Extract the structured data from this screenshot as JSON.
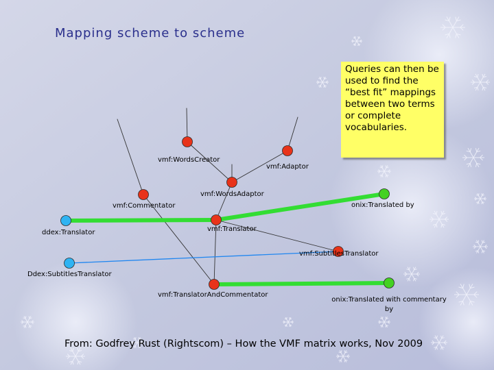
{
  "title": "Mapping scheme to scheme",
  "callout": "Queries can then be used to find the “best fit” mappings between two terms or complete vocabularies.",
  "footer": "From: Godfrey Rust (Rightscom) – How the VMF matrix works, Nov 2009",
  "colors": {
    "background": "#c7cbe0",
    "title": "#2a2f8c",
    "callout": "#ffff66",
    "node_red": "#e8331a",
    "node_green": "#44d122",
    "node_blue": "#2fb3f2",
    "edge_green": "#33dd33",
    "edge_blue": "#1f86f0",
    "edge_gray": "#333333"
  },
  "nodes": [
    {
      "id": "words-creator",
      "label": "vmf:WordsCreator",
      "color": "red"
    },
    {
      "id": "adaptor",
      "label": "vmf:Adaptor",
      "color": "red"
    },
    {
      "id": "words-adaptor",
      "label": "vmf:WordsAdaptor",
      "color": "red"
    },
    {
      "id": "commentator",
      "label": "vmf:Commentator",
      "color": "red"
    },
    {
      "id": "onix-translated-by",
      "label": "onix:Translated by",
      "color": "green"
    },
    {
      "id": "ddex-translator",
      "label": "ddex:Translator",
      "color": "blue"
    },
    {
      "id": "translator",
      "label": "vmf:Translator",
      "color": "red"
    },
    {
      "id": "subtitles-translator",
      "label": "vmf:SubtitlesTranslator",
      "color": "red"
    },
    {
      "id": "ddex-subtitles-translator",
      "label": "Ddex:SubtitlesTranslator",
      "color": "blue"
    },
    {
      "id": "translator-and-commentator",
      "label": "vmf:TranslatorAndCommentator",
      "color": "red"
    },
    {
      "id": "onix-translated-with-commentary",
      "label": "onix:Translated with commentary by",
      "color": "green"
    }
  ],
  "edges": [
    {
      "from": "words-creator",
      "to": null,
      "style": "gray"
    },
    {
      "from": "adaptor",
      "to": null,
      "style": "gray"
    },
    {
      "from": "words-adaptor",
      "to": null,
      "style": "gray"
    },
    {
      "from": "words-adaptor",
      "to": "words-creator",
      "style": "gray"
    },
    {
      "from": "words-adaptor",
      "to": "adaptor",
      "style": "gray"
    },
    {
      "from": "commentator",
      "to": null,
      "style": "gray"
    },
    {
      "from": "translator",
      "to": "words-adaptor",
      "style": "gray"
    },
    {
      "from": "translator",
      "to": "subtitles-translator",
      "style": "gray"
    },
    {
      "from": "translator-and-commentator",
      "to": "commentator",
      "style": "gray"
    },
    {
      "from": "translator-and-commentator",
      "to": "translator",
      "style": "gray"
    },
    {
      "from": "ddex-translator",
      "to": "translator",
      "style": "green"
    },
    {
      "from": "translator",
      "to": "onix-translated-by",
      "style": "green"
    },
    {
      "from": "ddex-subtitles-translator",
      "to": "subtitles-translator",
      "style": "blue"
    },
    {
      "from": "translator-and-commentator",
      "to": "onix-translated-with-commentary",
      "style": "green"
    }
  ]
}
